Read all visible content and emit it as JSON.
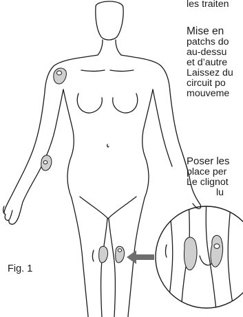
{
  "text_lines": [
    "les traiten",
    "Mise en",
    "patchs do",
    "au-dessu",
    "et d’autre",
    "Laissez du",
    "circuit po",
    "mouveme",
    "Poser les",
    "place per",
    "Le clignot",
    "lu"
  ],
  "figure_label": "Fig. 1",
  "colors": {
    "line": "#1a1a1a",
    "patch_fill": "#cfcfcf",
    "arrow": "#6e6e6e"
  }
}
